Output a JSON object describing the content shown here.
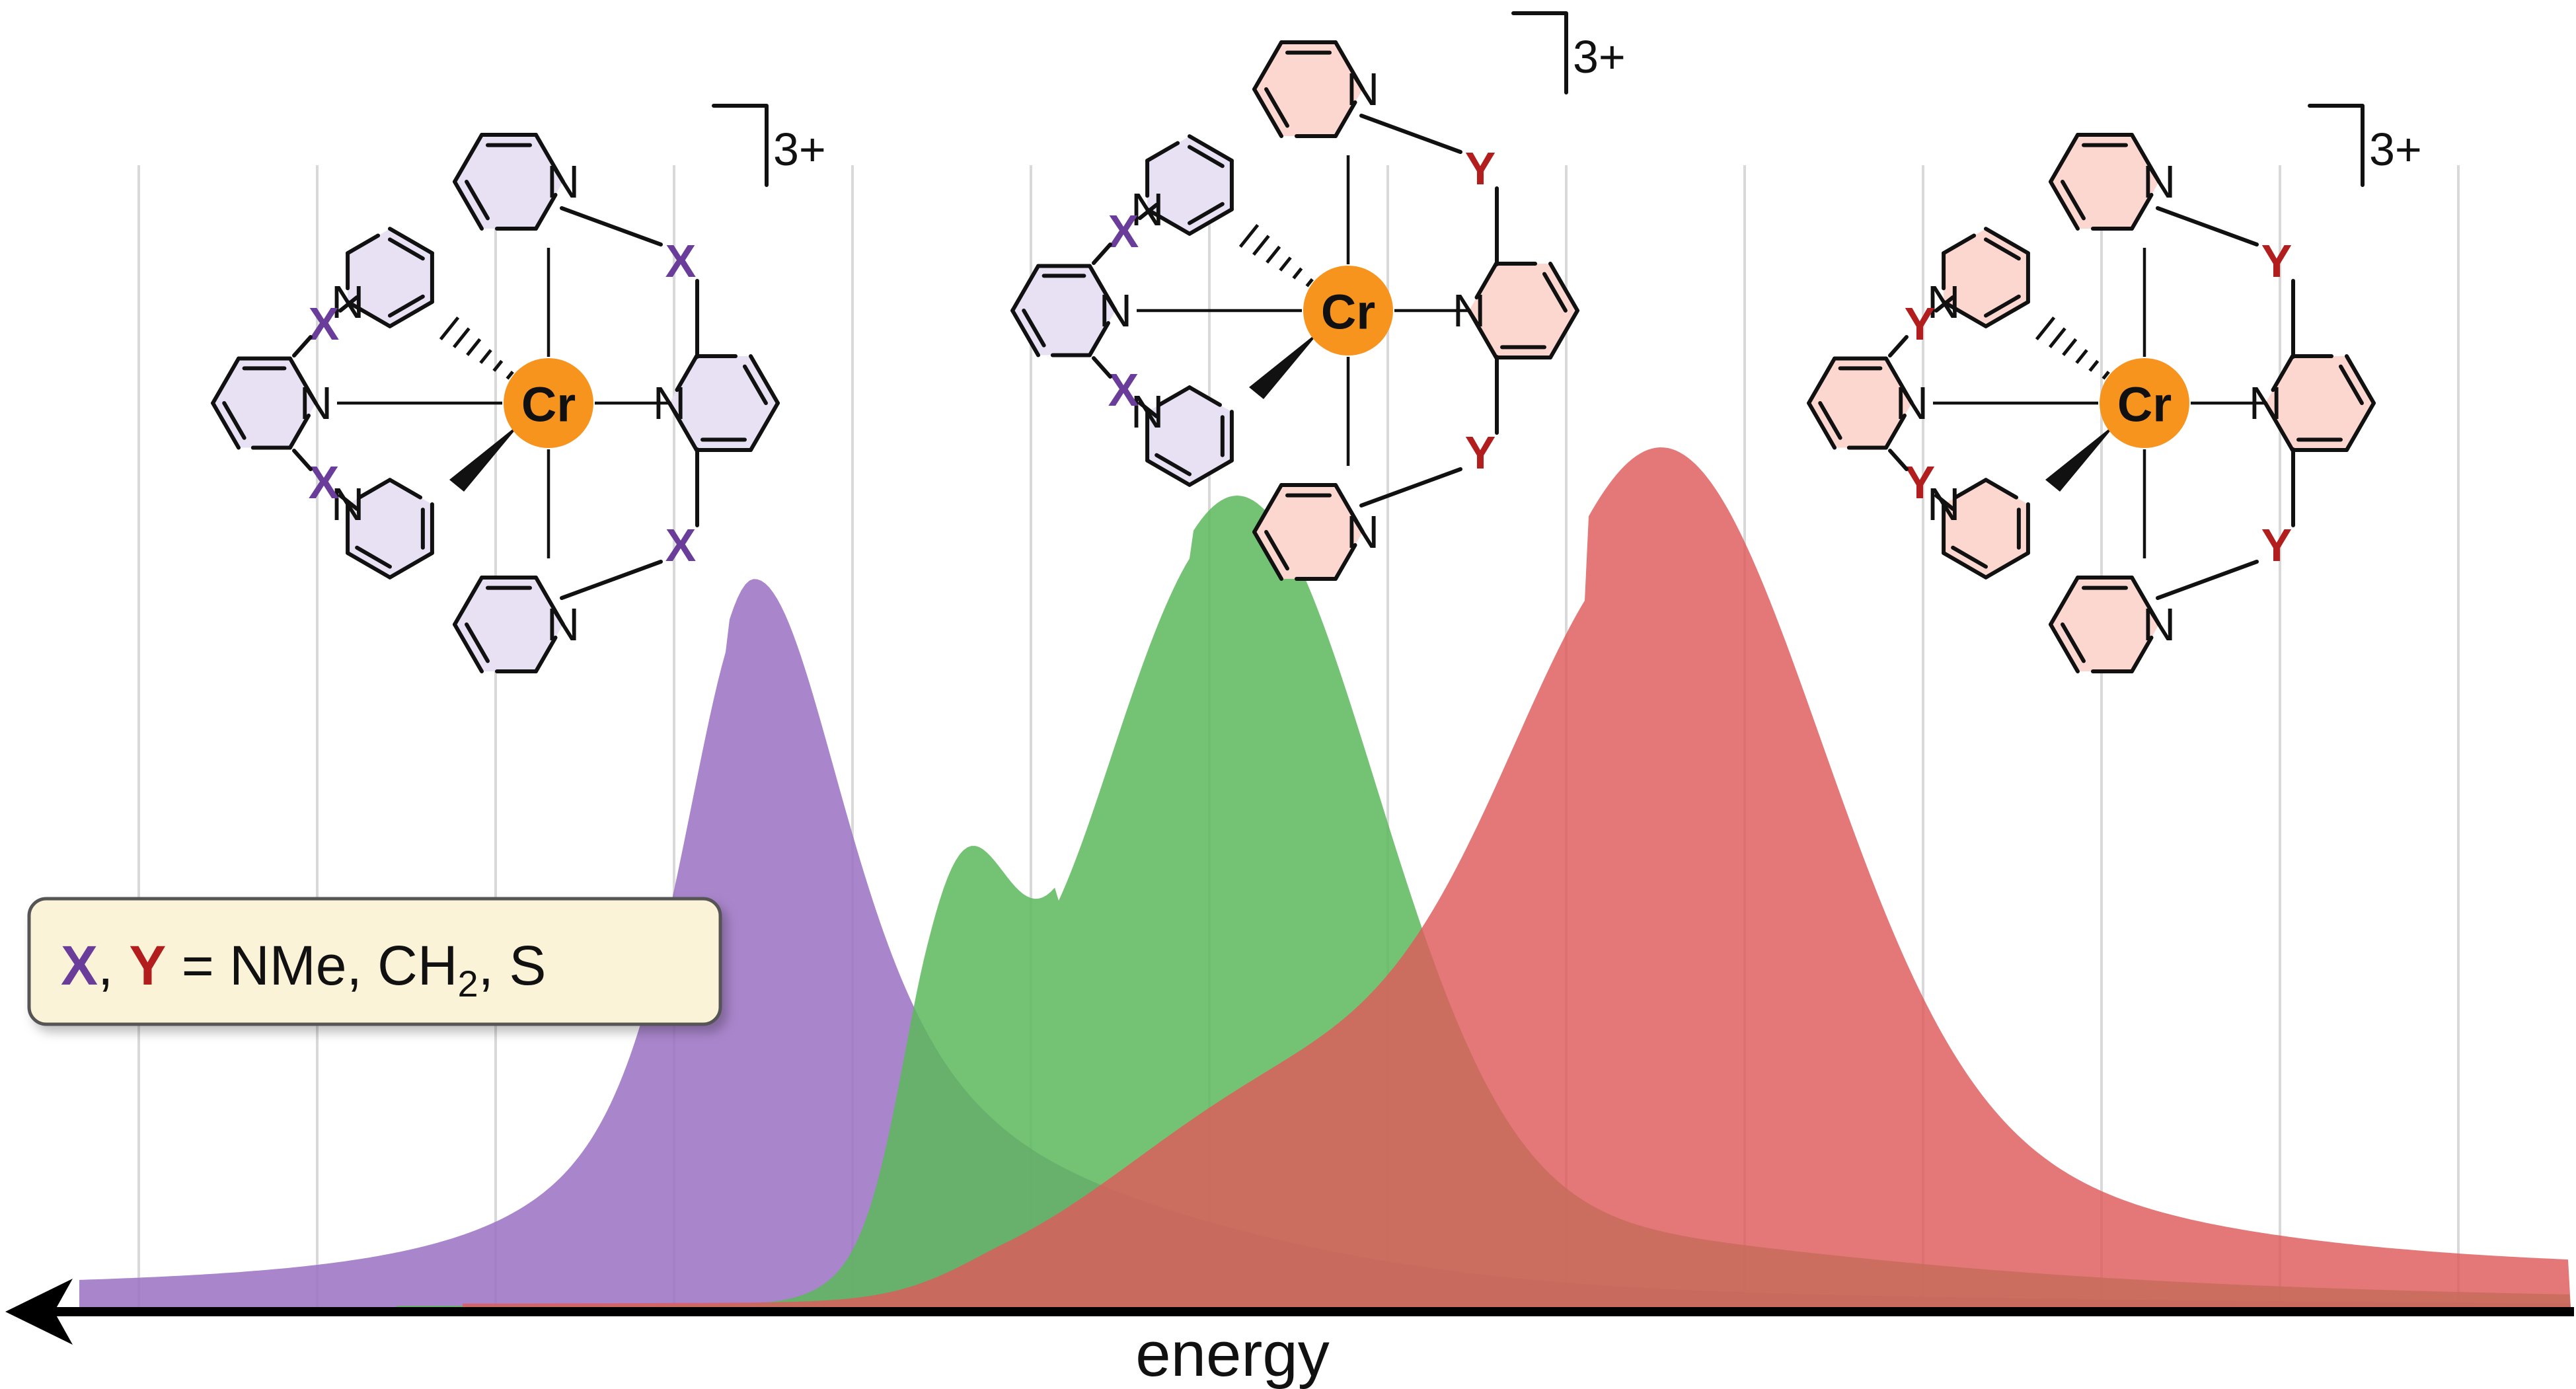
{
  "axis": {
    "label": "energy"
  },
  "legend": {
    "x_symbol": "X",
    "separator": ",",
    "y_symbol": "Y",
    "text": " = NMe, CH",
    "subscript": "2",
    "text_end": ", S"
  },
  "complexes": [
    {
      "metal": "Cr",
      "charge": "3+",
      "left_linker": "X",
      "right_linker": "X",
      "left_fill": "#e7e1f3",
      "right_fill": "#e7e1f3"
    },
    {
      "metal": "Cr",
      "charge": "3+",
      "left_linker": "X",
      "right_linker": "Y",
      "left_fill": "#e7e1f3",
      "right_fill": "#fbd7d0"
    },
    {
      "metal": "Cr",
      "charge": "3+",
      "left_linker": "Y",
      "right_linker": "Y",
      "left_fill": "#fbd7d0",
      "right_fill": "#fbd7d0"
    }
  ],
  "atom_labels": {
    "nitrogen": "N"
  },
  "colors": {
    "purple_spectrum": "#9a70c2",
    "green_spectrum": "#5cb85c",
    "red_spectrum": "#de5a5a",
    "chromium": "#f7941d",
    "x_color": "#6a3d9a",
    "y_color": "#b21e1e",
    "legend_fill": "#fbf3d8"
  }
}
